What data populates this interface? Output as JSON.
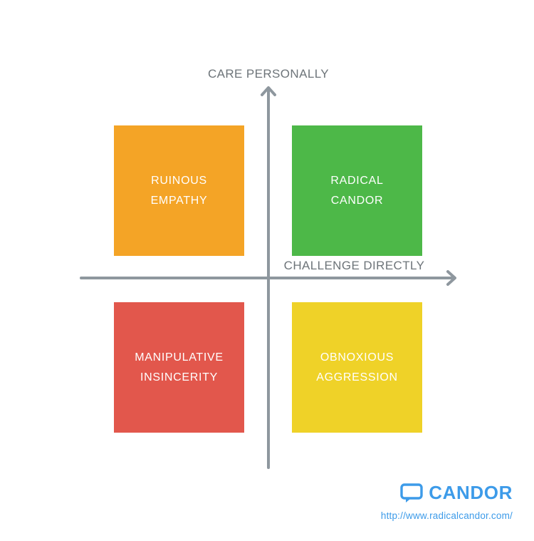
{
  "diagram": {
    "y_axis_label": "CARE PERSONALLY",
    "x_axis_label": "CHALLENGE DIRECTLY",
    "axis_color": "#8e979e",
    "axis_label_color": "#6d7479",
    "quadrants": [
      {
        "id": "ruinous-empathy",
        "position": "top-left",
        "color": "#f4a426",
        "lines": [
          "RUINOUS",
          "EMPATHY"
        ]
      },
      {
        "id": "radical-candor",
        "position": "top-right",
        "color": "#4db848",
        "lines": [
          "RADICAL",
          "CANDOR"
        ]
      },
      {
        "id": "manipulative-insincerity",
        "position": "bottom-left",
        "color": "#e2574c",
        "lines": [
          "MANIPULATIVE",
          "INSINCERITY"
        ]
      },
      {
        "id": "obnoxious-aggression",
        "position": "bottom-right",
        "color": "#efd228",
        "lines": [
          "OBNOXIOUS",
          "AGGRESSION"
        ]
      }
    ]
  },
  "footer": {
    "logo_text": "CANDOR",
    "logo_icon": "speech-bubble-icon",
    "logo_color": "#3d9be9",
    "url": "http://www.radicalcandor.com/"
  }
}
